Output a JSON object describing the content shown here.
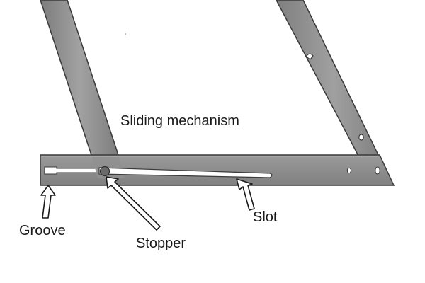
{
  "diagram": {
    "title": "Sliding mechanism",
    "labels": {
      "groove": "Groove",
      "stopper": "Stopper",
      "slot": "Slot"
    },
    "colors": {
      "metal_fill": "#8c8c8c",
      "metal_light": "#a8a8a8",
      "outline": "#3a3a3a",
      "slot_fill": "#ffffff",
      "arrow_fill": "#ffffff"
    }
  }
}
